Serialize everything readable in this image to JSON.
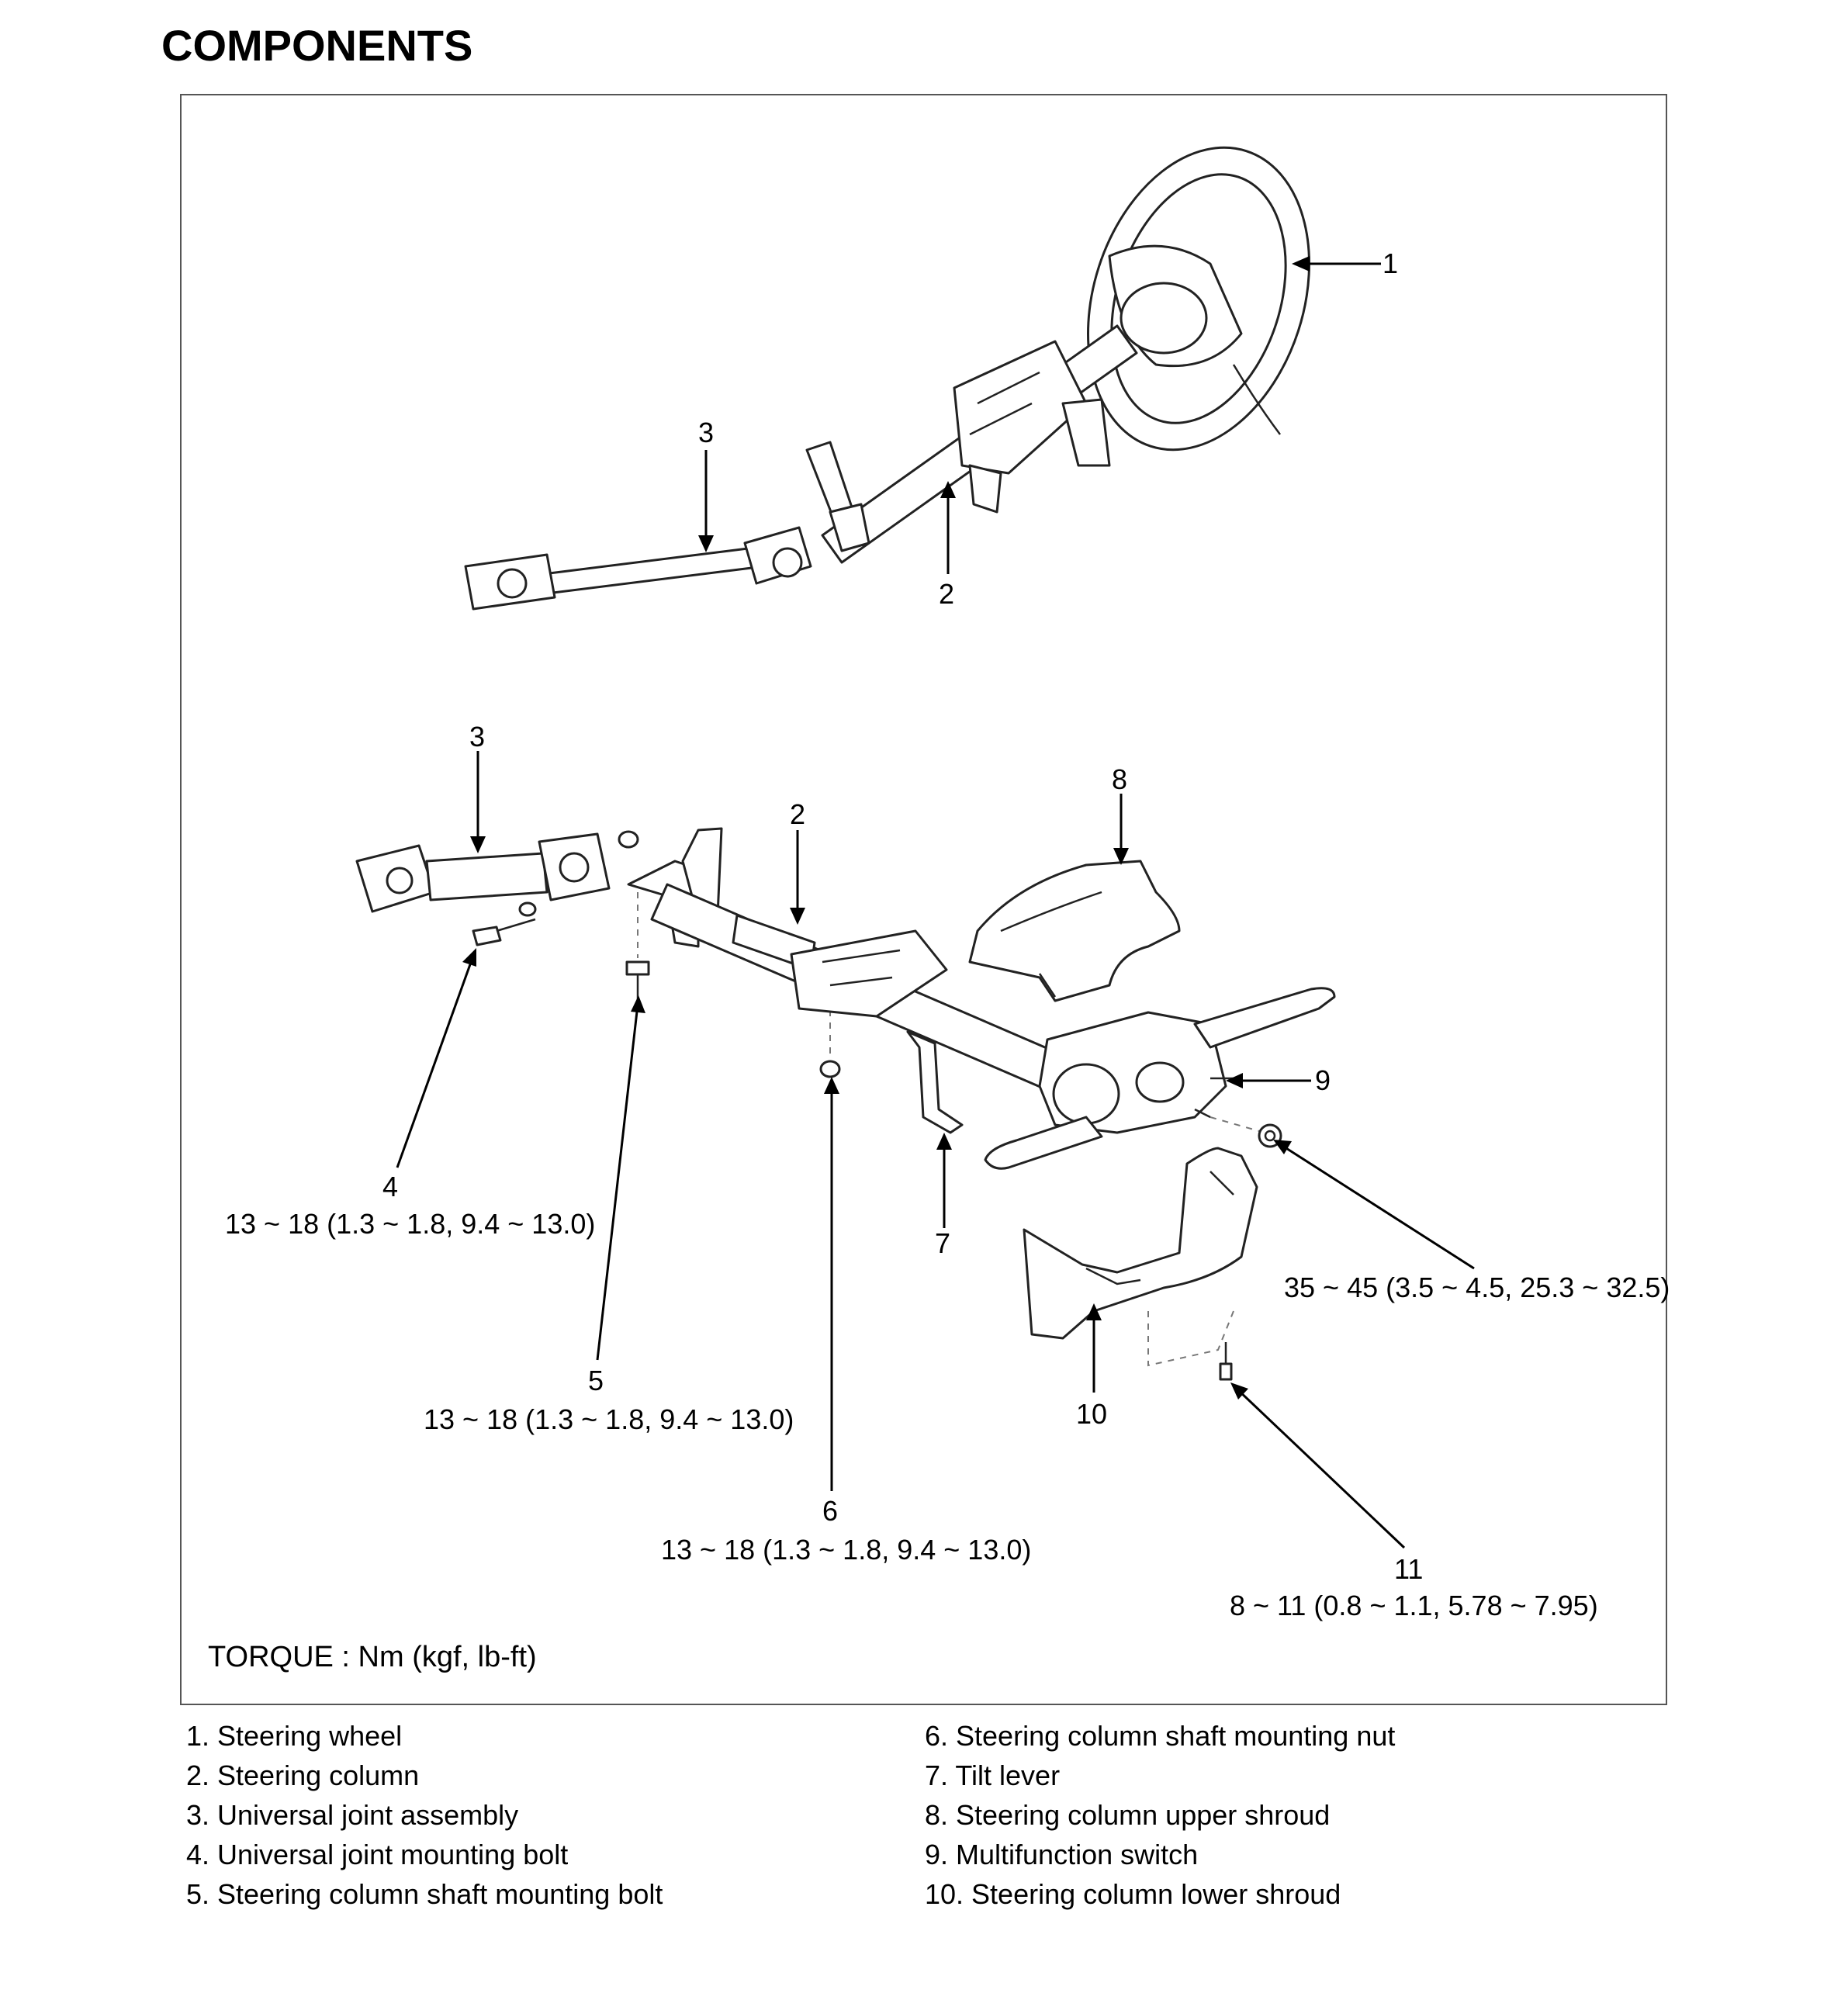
{
  "title": "COMPONENTS",
  "torque_note": "TORQUE : Nm (kgf, lb-ft)",
  "callouts": {
    "top_1": "1",
    "top_2": "2",
    "top_3": "3",
    "bot_2": "2",
    "bot_3": "3",
    "bot_4": "4",
    "bot_5": "5",
    "bot_6": "6",
    "bot_7": "7",
    "bot_8": "8",
    "bot_9": "9",
    "bot_10": "10",
    "bot_11": "11"
  },
  "torques": {
    "t4": "13 ~ 18 (1.3 ~ 1.8, 9.4 ~ 13.0)",
    "t5": "13 ~ 18 (1.3 ~ 1.8, 9.4 ~ 13.0)",
    "t6": "13 ~ 18 (1.3 ~ 1.8, 9.4 ~ 13.0)",
    "t_nut": "35 ~ 45 (3.5 ~ 4.5, 25.3 ~ 32.5)",
    "t11": "8 ~ 11 (0.8 ~ 1.1, 5.78 ~ 7.95)"
  },
  "legend_left": [
    "1. Steering wheel",
    "2. Steering column",
    "3. Universal joint assembly",
    "4. Universal joint mounting bolt",
    "5. Steering column shaft mounting bolt"
  ],
  "legend_right": [
    "6. Steering column shaft mounting nut",
    "7. Tilt lever",
    "8. Steering column upper shroud",
    "9. Multifunction switch",
    "10. Steering column lower shroud"
  ]
}
